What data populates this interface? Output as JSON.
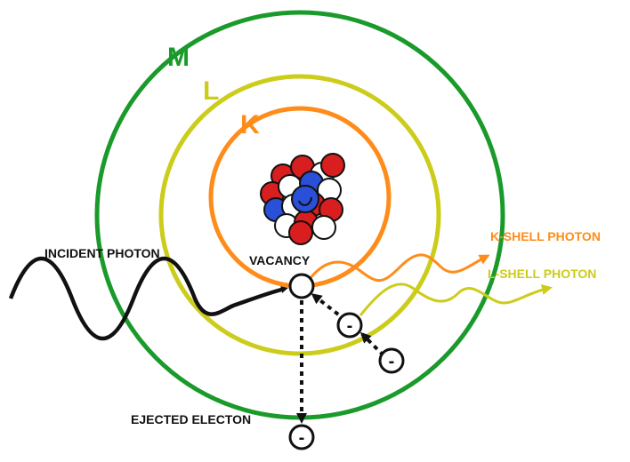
{
  "colors": {
    "shell_k": "#ff8c1a",
    "shell_l": "#cccc1a",
    "shell_m": "#1a9a2a",
    "proton": "#d81e1e",
    "neutron": "#ffffff",
    "nucleus_center": "#2a4fd8",
    "ink": "#111111"
  },
  "shells": {
    "k": {
      "letter": "K"
    },
    "l": {
      "letter": "L"
    },
    "m": {
      "letter": "M"
    }
  },
  "labels": {
    "incident_photon": "INCIDENT PHOTON",
    "vacancy": "VACANCY",
    "k_shell_photon": "K-SHELL PHOTON",
    "l_shell_photon": "L-SHELL PHOTON",
    "ejected_electron": "EJECTED ELECTON"
  },
  "electron_symbol": "-",
  "icons": {
    "nucleus": "nucleus-icon",
    "electron": "electron-icon",
    "vacancy": "vacancy-icon"
  }
}
